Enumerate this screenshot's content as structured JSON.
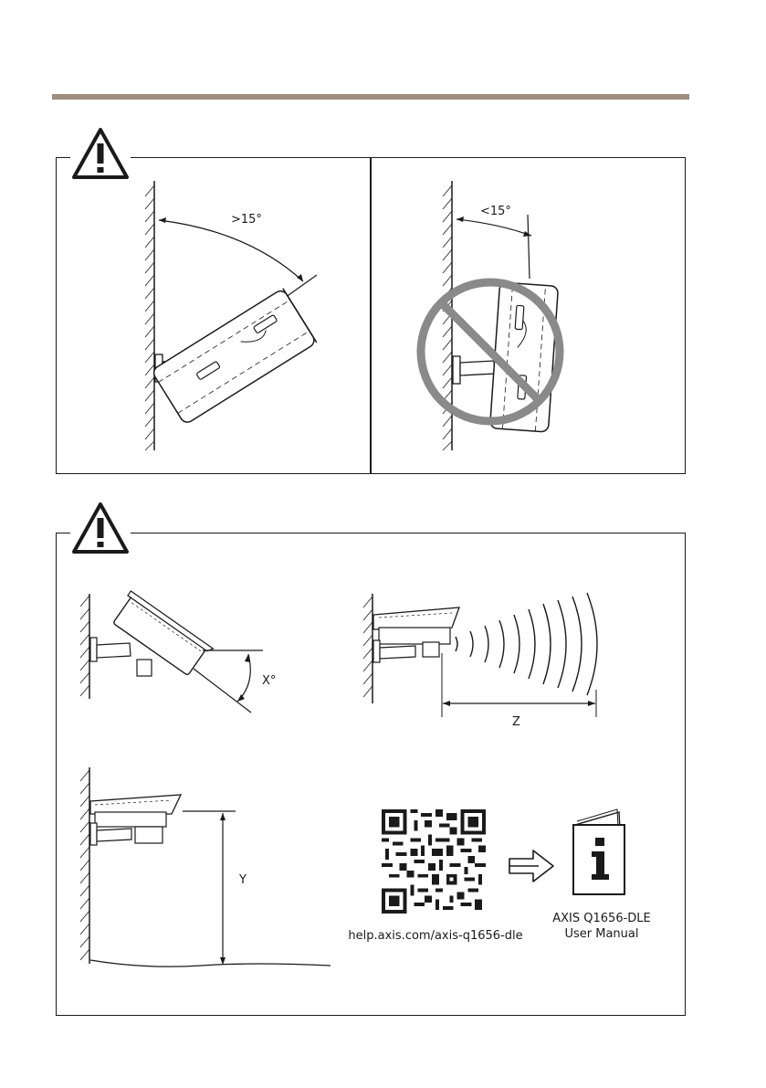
{
  "panel1": {
    "left": {
      "angle_label": ">15°"
    },
    "right": {
      "angle_label": "<15°"
    }
  },
  "panel2": {
    "tilt_label": "X°",
    "range_label": "Z",
    "height_label": "Y",
    "help_url": "help.axis.com/axis-q1656-dle",
    "manual_title": "AXIS Q1656-DLE",
    "manual_subtitle": "User Manual"
  },
  "colors": {
    "rule": "#9f8d80",
    "prohibit": "#8a8a8a",
    "ink": "#1a1a1a"
  },
  "icons": [
    "warning-triangle-icon",
    "prohibited-icon",
    "qr-code-icon",
    "arrow-right-icon",
    "info-booklet-icon"
  ]
}
